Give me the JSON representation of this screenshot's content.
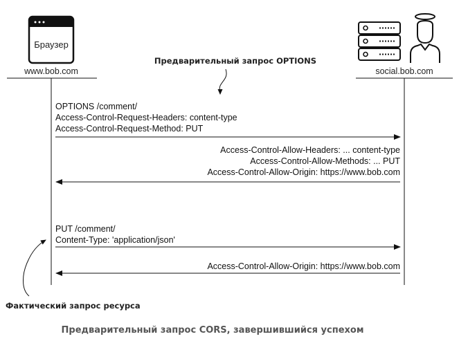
{
  "client": {
    "icon_title": "Браузер",
    "host": "www.bob.com",
    "icon": "browser-window-icon"
  },
  "server": {
    "host": "social.bob.com",
    "icons": [
      "server-rack-icon",
      "person-icon"
    ]
  },
  "annotations": {
    "preflight": "Предварительный запрос OPTIONS",
    "actual": "Фактический запрос ресурса"
  },
  "messages": [
    {
      "direction": "client-to-server",
      "lines": [
        "OPTIONS /comment/",
        "Access-Control-Request-Headers: content-type",
        "Access-Control-Request-Method: PUT"
      ]
    },
    {
      "direction": "server-to-client",
      "lines": [
        "Access-Control-Allow-Headers: ... content-type",
        "Access-Control-Allow-Methods: ... PUT",
        "Access-Control-Allow-Origin: https://www.bob.com"
      ]
    },
    {
      "direction": "client-to-server",
      "lines": [
        "PUT /comment/",
        "Content-Type: 'application/json'"
      ]
    },
    {
      "direction": "server-to-client",
      "lines": [
        "Access-Control-Allow-Origin: https://www.bob.com"
      ]
    }
  ],
  "caption": "Предварительный запрос CORS, завершившийся успехом"
}
